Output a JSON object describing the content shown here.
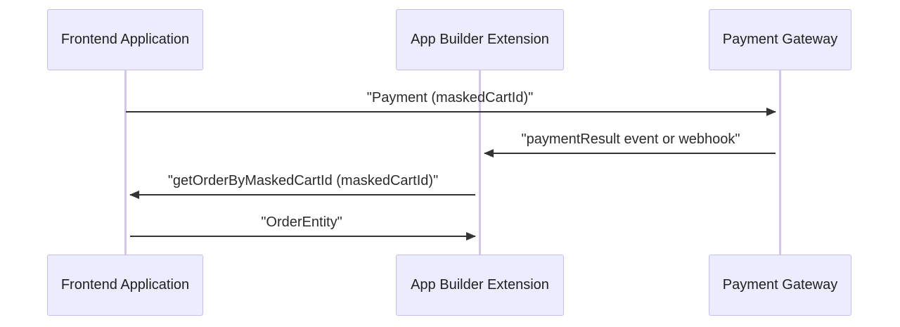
{
  "participants": [
    {
      "id": "frontend",
      "label": "Frontend Application"
    },
    {
      "id": "extension",
      "label": "App Builder Extension"
    },
    {
      "id": "gateway",
      "label": "Payment Gateway"
    }
  ],
  "messages": [
    {
      "from": "frontend",
      "to": "gateway",
      "label": "\"Payment (maskedCartId)\""
    },
    {
      "from": "gateway",
      "to": "extension",
      "label": "\"paymentResult event or webhook\""
    },
    {
      "from": "extension",
      "to": "frontend",
      "label": "\"getOrderByMaskedCartId (maskedCartId)\""
    },
    {
      "from": "frontend",
      "to": "extension",
      "label": "\"OrderEntity\""
    }
  ],
  "colors": {
    "actor_fill": "#ececff",
    "actor_border": "#c6bde8",
    "lifeline": "#d4c6f1",
    "arrow": "#333333"
  }
}
